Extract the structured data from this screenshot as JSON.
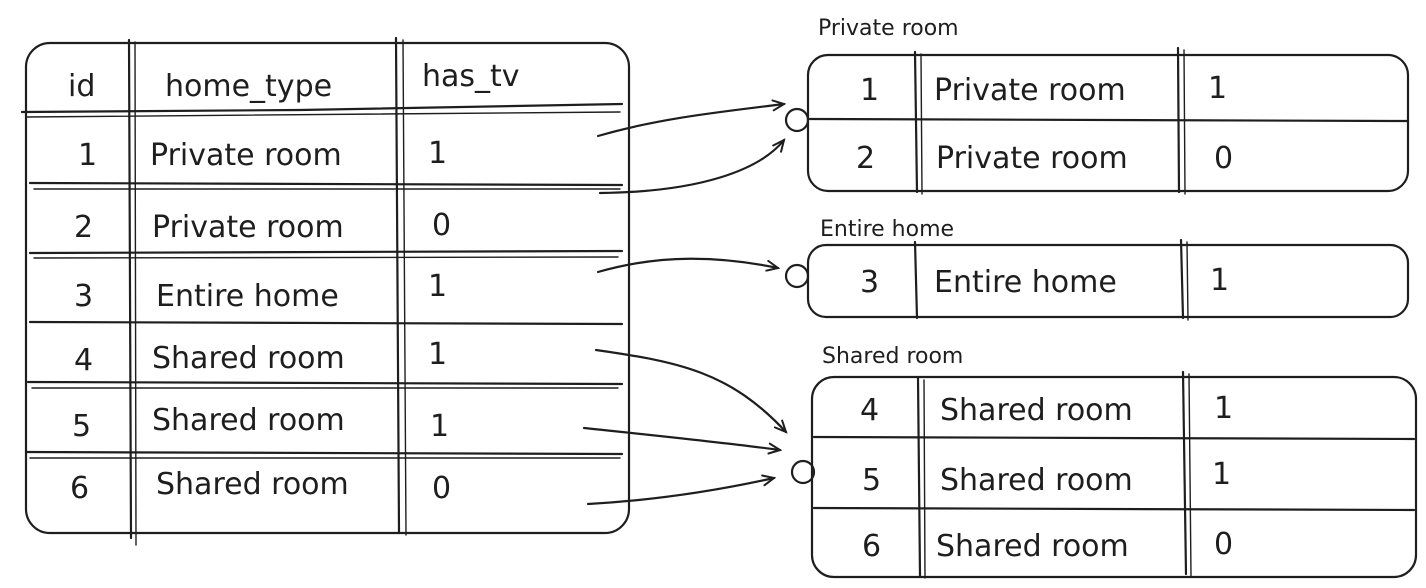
{
  "source_table": {
    "headers": [
      "id",
      "home_type",
      "has_tv"
    ],
    "rows": [
      [
        "1",
        "Private room",
        "1"
      ],
      [
        "2",
        "Private room",
        "0"
      ],
      [
        "3",
        "Entire home",
        "1"
      ],
      [
        "4",
        "Shared room",
        "1"
      ],
      [
        "5",
        "Shared room",
        "1"
      ],
      [
        "6",
        "Shared room",
        "0"
      ]
    ]
  },
  "groups": [
    {
      "label": "Private room",
      "rows": [
        [
          "1",
          "Private room",
          "1"
        ],
        [
          "2",
          "Private room",
          "0"
        ]
      ]
    },
    {
      "label": "Entire home",
      "rows": [
        [
          "3",
          "Entire home",
          "1"
        ]
      ]
    },
    {
      "label": "Shared room",
      "rows": [
        [
          "4",
          "Shared room",
          "1"
        ],
        [
          "5",
          "Shared room",
          "1"
        ],
        [
          "6",
          "Shared room",
          "0"
        ]
      ]
    }
  ],
  "stroke_color": "#1e1e1e",
  "background_color": "#ffffff"
}
